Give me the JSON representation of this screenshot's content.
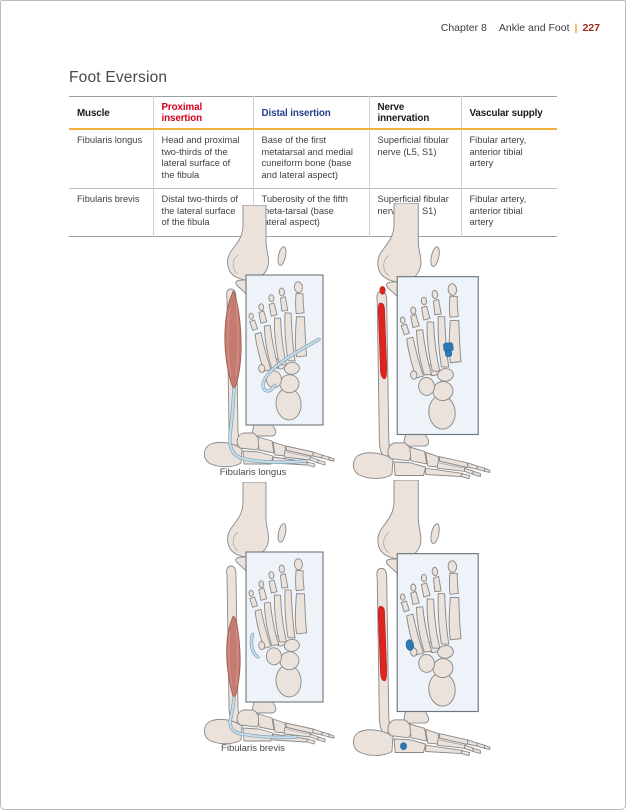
{
  "header": {
    "chapter": "Chapter 8",
    "section": "Ankle and Foot",
    "separator": "|",
    "page_number": "227"
  },
  "title": "Foot Eversion",
  "table": {
    "headers": [
      "Muscle",
      "Proximal insertion",
      "Distal insertion",
      "Nerve innervation",
      "Vascular supply"
    ],
    "rows": [
      {
        "muscle": "Fibularis longus",
        "proximal_insertion": "Head and proximal two-thirds of the lateral surface of the fibula",
        "distal_insertion": "Base of the first metatarsal and medial cuneiform bone (base and lateral aspect)",
        "nerve_innervation": "Superficial fibular nerve (L5, S1)",
        "vascular_supply": "Fibular artery, anterior tibial artery"
      },
      {
        "muscle": "Fibularis brevis",
        "proximal_insertion": "Distal two-thirds of the lateral surface of the fibula",
        "distal_insertion": "Tuberosity of the fifth meta-tarsal (base lateral aspect)",
        "nerve_innervation": "Superficial fibular nerve (L5, S1)",
        "vascular_supply": "Fibular artery, anterior tibial artery"
      }
    ]
  },
  "figures": [
    {
      "label": "Fibularis longus",
      "left_variant": "longus-muscle",
      "right_variant": "longus-insertion"
    },
    {
      "label": "Fibularis brevis",
      "left_variant": "brevis-muscle",
      "right_variant": "brevis-insertion"
    }
  ],
  "colors": {
    "page_border": "#b9bcbe",
    "header_text": "#3d3d3d",
    "page_number_red": "#9e2b1f",
    "separator_orange": "#e8a33d",
    "title_text": "#45484a",
    "table_header_text": "#1a1a1a",
    "proximal_red": "#d6001c",
    "distal_blue": "#24408e",
    "rule_orange": "#f0b03c",
    "table_line_dark": "#9aa0a3",
    "table_line_light": "#cfd2d4",
    "body_text": "#3f3f3f",
    "label_text": "#4a4a4a",
    "bone_fill": "#ece2dc",
    "bone_outline": "#8a8a8a",
    "muscle_red": "#c57b71",
    "muscle_outline": "#9d5a51",
    "muscle_streak": "#d8a094",
    "insertion_red": "#de2420",
    "tendon_blue": "#c9dde9",
    "tendon_outline": "#7fa2b8",
    "insertion_blue": "#2a7ab5",
    "inset_bg": "#edf3f8",
    "inset_border": "#6e777d"
  }
}
